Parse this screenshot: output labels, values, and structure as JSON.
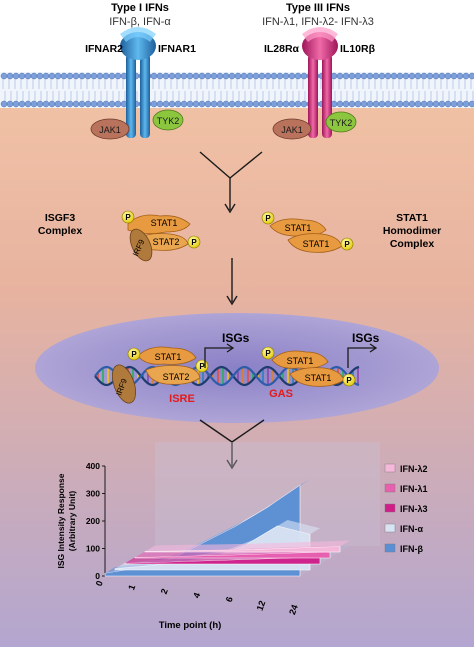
{
  "colors": {
    "bg_top": "#ffffff",
    "cytoplasm_top": "#f3c3a2",
    "cytoplasm_bottom": "#b7a9cf",
    "membrane": "#7d9fdc",
    "receptor_blue": "#2a86c8",
    "receptor_pink": "#d6307f",
    "kinase": "#b9725c",
    "tyk2": "#8cc63f",
    "stat": "#e79a3f",
    "irf9": "#b07a3c",
    "phospho": "#f5e321",
    "nucleus": "#9d90c8",
    "isre_red": "#e31b1b",
    "ifn_lambda2": "#f5b8da",
    "ifn_lambda1": "#e85fb0",
    "ifn_lambda3": "#cf1e8a",
    "ifn_alpha": "#d8e3f3",
    "ifn_beta": "#5b8fd5"
  },
  "header": {
    "type1_title": "Type I IFNs",
    "type1_sub": "IFN-β, IFN-α",
    "type3_title": "Type III IFNs",
    "type3_sub": "IFN-λ1, IFN-λ2- IFN-λ3"
  },
  "receptors": {
    "ifnar2": "IFNAR2",
    "ifnar1": "IFNAR1",
    "il28ra": "IL28Rα",
    "il10rb": "IL10Rβ"
  },
  "kinases": {
    "jak1": "JAK1",
    "tyk2": "TYK2"
  },
  "complexes": {
    "isgf3": "ISGF3\nComplex",
    "isgf3_line1": "ISGF3",
    "isgf3_line2": "Complex",
    "stat1_line1": "STAT1",
    "stat1_line2": "Homodimer",
    "stat1_line3": "Complex"
  },
  "proteins": {
    "stat1": "STAT1",
    "stat2": "STAT2",
    "irf9": "IRF9",
    "p": "P"
  },
  "nucleus": {
    "isgs": "ISGs",
    "isre": "ISRE",
    "gas": "GAS"
  },
  "chart_data": {
    "type": "area",
    "ylabel": "ISG Intensity Response\n(Arbitrary Unit)",
    "ylabel_line1": "ISG Intensity Response",
    "ylabel_line2": "(Arbitrary Unit)",
    "xlabel": "Time point (h)",
    "yticks": [
      "0",
      "100",
      "200",
      "300",
      "400"
    ],
    "ylim": [
      0,
      400
    ],
    "x": [
      "0",
      "1",
      "2",
      "4",
      "6",
      "12",
      "24"
    ],
    "series": [
      {
        "name": "IFN-λ2",
        "color": "#f5b8da",
        "values": [
          2,
          4,
          6,
          8,
          12,
          16,
          20
        ]
      },
      {
        "name": "IFN-λ1",
        "color": "#e85fb0",
        "values": [
          2,
          5,
          8,
          11,
          15,
          19,
          22
        ]
      },
      {
        "name": "IFN-λ3",
        "color": "#cf1e8a",
        "values": [
          3,
          6,
          10,
          14,
          18,
          22,
          26
        ]
      },
      {
        "name": "IFN-α",
        "color": "#d8e3f3",
        "values": [
          5,
          15,
          30,
          45,
          90,
          160,
          130
        ]
      },
      {
        "name": "IFN-β",
        "color": "#5b8fd5",
        "values": [
          10,
          30,
          60,
          120,
          180,
          250,
          330
        ]
      }
    ],
    "legend_position": "right",
    "grid": false
  }
}
